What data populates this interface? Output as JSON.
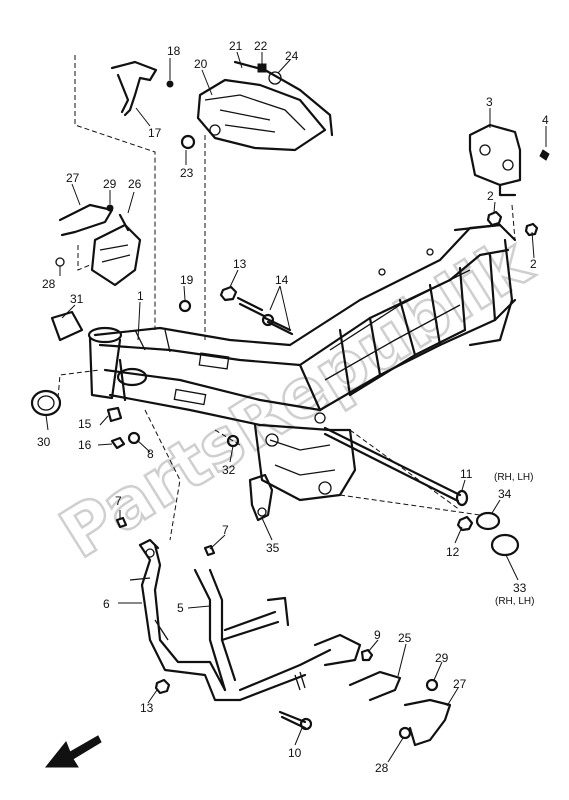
{
  "watermark": "PartsRepublik",
  "notes": {
    "rh_lh_top": "(RH, LH)",
    "rh_lh_bottom": "(RH, LH)"
  },
  "callouts": [
    {
      "id": "c1",
      "label": "1"
    },
    {
      "id": "c2a",
      "label": "2"
    },
    {
      "id": "c2b",
      "label": "2"
    },
    {
      "id": "c3",
      "label": "3"
    },
    {
      "id": "c4",
      "label": "4"
    },
    {
      "id": "c5",
      "label": "5"
    },
    {
      "id": "c6",
      "label": "6"
    },
    {
      "id": "c7a",
      "label": "7"
    },
    {
      "id": "c7b",
      "label": "7"
    },
    {
      "id": "c8",
      "label": "8"
    },
    {
      "id": "c9",
      "label": "9"
    },
    {
      "id": "c10",
      "label": "10"
    },
    {
      "id": "c11",
      "label": "11"
    },
    {
      "id": "c12",
      "label": "12"
    },
    {
      "id": "c13a",
      "label": "13"
    },
    {
      "id": "c13b",
      "label": "13"
    },
    {
      "id": "c14",
      "label": "14"
    },
    {
      "id": "c15",
      "label": "15"
    },
    {
      "id": "c16",
      "label": "16"
    },
    {
      "id": "c17",
      "label": "17"
    },
    {
      "id": "c18",
      "label": "18"
    },
    {
      "id": "c19",
      "label": "19"
    },
    {
      "id": "c20",
      "label": "20"
    },
    {
      "id": "c21",
      "label": "21"
    },
    {
      "id": "c22",
      "label": "22"
    },
    {
      "id": "c23",
      "label": "23"
    },
    {
      "id": "c24",
      "label": "24"
    },
    {
      "id": "c25",
      "label": "25"
    },
    {
      "id": "c26",
      "label": "26"
    },
    {
      "id": "c27a",
      "label": "27"
    },
    {
      "id": "c27b",
      "label": "27"
    },
    {
      "id": "c28a",
      "label": "28"
    },
    {
      "id": "c28b",
      "label": "28"
    },
    {
      "id": "c29a",
      "label": "29"
    },
    {
      "id": "c29b",
      "label": "29"
    },
    {
      "id": "c30",
      "label": "30"
    },
    {
      "id": "c31",
      "label": "31"
    },
    {
      "id": "c32",
      "label": "32"
    },
    {
      "id": "c33",
      "label": "33"
    },
    {
      "id": "c34",
      "label": "34"
    },
    {
      "id": "c35",
      "label": "35"
    }
  ]
}
